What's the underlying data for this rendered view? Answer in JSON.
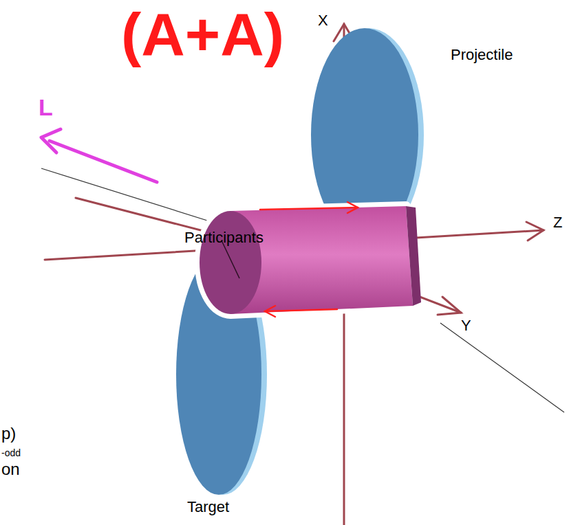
{
  "diagram": {
    "labels": [
      "(A+A)",
      "L",
      "X",
      "Z",
      "Y",
      "Projectile",
      "Participants",
      "Target",
      "p)",
      "-odd",
      "on"
    ]
  }
}
